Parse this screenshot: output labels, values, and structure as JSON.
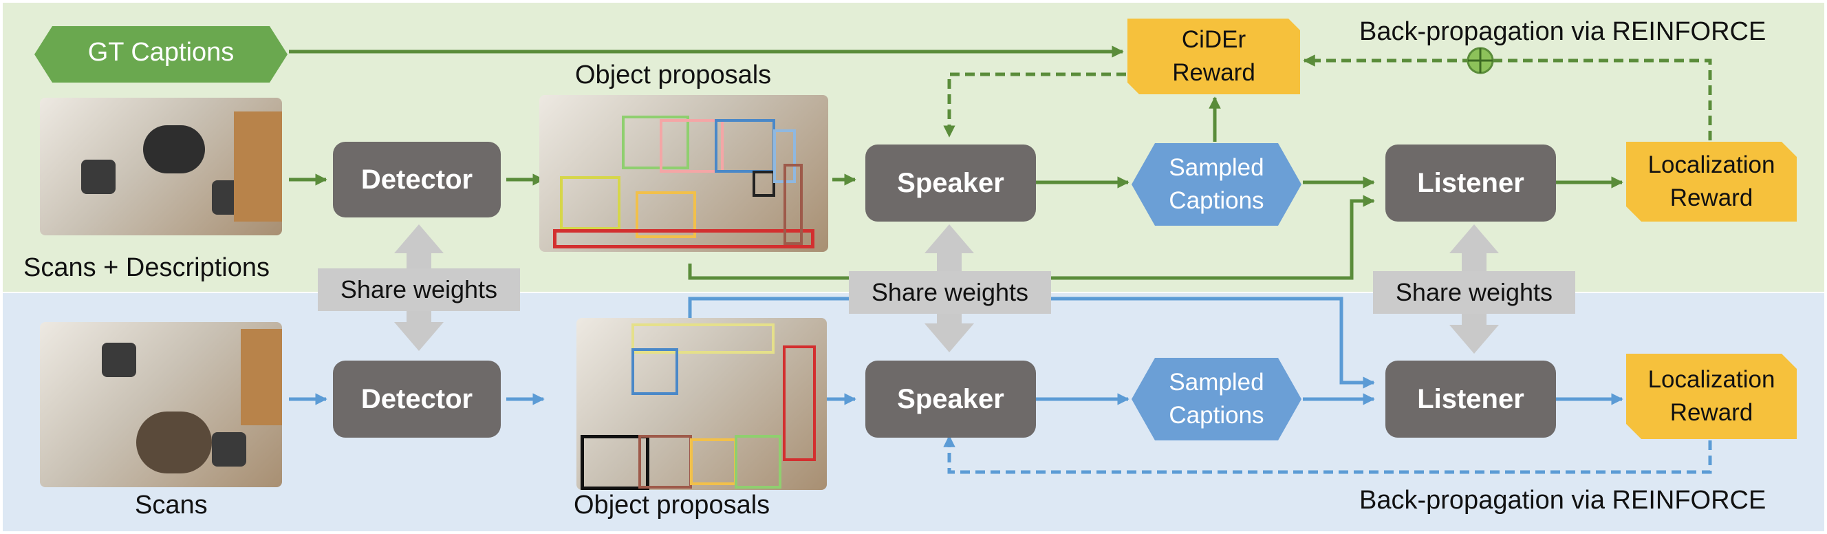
{
  "labels": {
    "gt_captions": "GT Captions",
    "object_proposals_top": "Object proposals",
    "object_proposals_bottom": "Object proposals",
    "scans_descriptions": "Scans + Descriptions",
    "scans": "Scans",
    "backprop_top": "Back-propagation via REINFORCE",
    "backprop_bottom": "Back-propagation via REINFORCE"
  },
  "top_row": {
    "detector": "Detector",
    "speaker": "Speaker",
    "sampled_captions": "Sampled\nCaptions",
    "listener": "Listener",
    "cider_reward": "CiDEr\nReward",
    "localization_reward": "Localization\nReward"
  },
  "bottom_row": {
    "detector": "Detector",
    "speaker": "Speaker",
    "sampled_captions": "Sampled\nCaptions",
    "listener": "Listener",
    "localization_reward": "Localization\nReward"
  },
  "share_weights": [
    "Share weights",
    "Share weights",
    "Share weights"
  ],
  "colors": {
    "top_panel": "#e3eed6",
    "bottom_panel": "#dde8f4",
    "green_arrow": "#5a8c3a",
    "blue_arrow": "#5b9bd5",
    "gray_box": "#6e6a69",
    "share_box": "#cbcbcb",
    "reward_yellow": "#f6c13c",
    "caption_blue": "#6b9fd6",
    "gt_green": "#6aa84f"
  }
}
